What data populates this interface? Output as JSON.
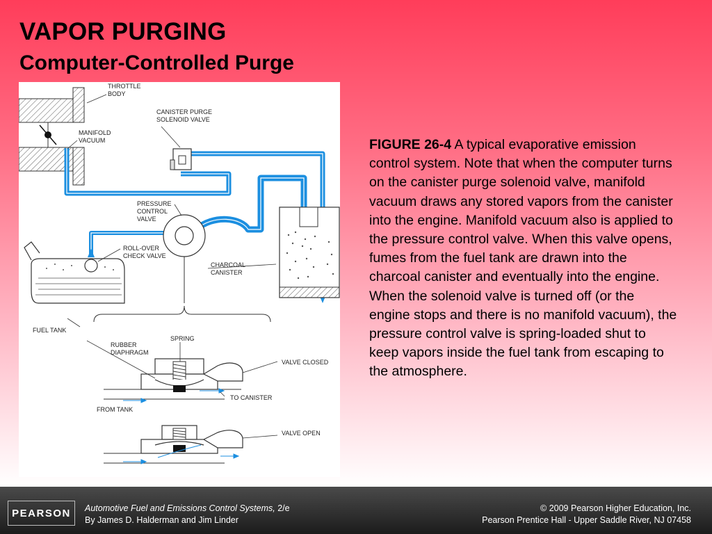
{
  "slide": {
    "title": "VAPOR PURGING",
    "subtitle": "Computer-Controlled Purge"
  },
  "diagram": {
    "labels": {
      "throttle_line1": "THROTTLE",
      "throttle_line2": "BODY",
      "canister_purge_line1": "CANISTER PURGE",
      "canister_purge_line2": "SOLENOID VALVE",
      "manifold_line1": "MANIFOLD",
      "manifold_line2": "VACUUM",
      "pressure_line1": "PRESSURE",
      "pressure_line2": "CONTROL",
      "pressure_line3": "VALVE",
      "rollover_line1": "ROLL-OVER",
      "rollover_line2": "CHECK VALVE",
      "charcoal_line1": "CHARCOAL",
      "charcoal_line2": "CANISTER",
      "fuel_tank": "FUEL TANK",
      "rubber_line1": "RUBBER",
      "rubber_line2": "DIAPHRAGM",
      "spring": "SPRING",
      "valve_closed": "VALVE CLOSED",
      "to_canister": "TO CANISTER",
      "from_tank": "FROM TANK",
      "valve_open": "VALVE OPEN"
    },
    "colors": {
      "vacuum_line": "#1c8fe0",
      "outline": "#333333"
    }
  },
  "caption": {
    "figure_label": "FIGURE 26-4",
    "text": " A typical evaporative emission control system. Note that when the computer turns on the canister purge solenoid valve, manifold vacuum draws any stored vapors from the canister into the engine. Manifold vacuum also is applied to the pressure control valve. When this valve opens, fumes from the fuel tank are drawn into the charcoal canister and eventually into the engine. When the solenoid valve is turned off (or the engine stops and there is no manifold vacuum), the pressure control valve is spring-loaded shut to keep vapors inside the fuel tank from escaping to the atmosphere."
  },
  "footer": {
    "logo": "PEARSON",
    "book_title": "Automotive Fuel and Emissions Control Systems,",
    "edition": " 2/e",
    "authors": "By James D. Halderman and Jim Linder",
    "copyright": "© 2009 Pearson Higher Education, Inc.",
    "publisher": "Pearson Prentice Hall - Upper Saddle River, NJ 07458"
  }
}
